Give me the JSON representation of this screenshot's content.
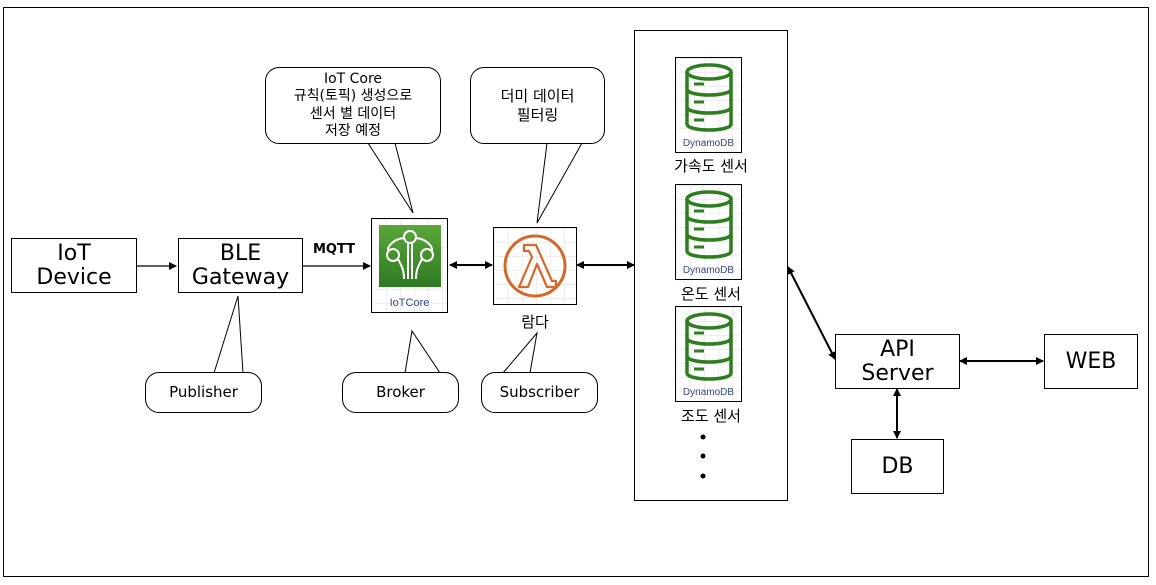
{
  "diagram": {
    "nodes": {
      "iot_device": "IoT\nDevice",
      "ble_gateway": "BLE\nGateway",
      "iot_core": {
        "caption": "IoTCore",
        "color": "#3b8a2a"
      },
      "lambda": {
        "caption": "람다",
        "color": "#d4682a"
      },
      "api_server": "API\nServer",
      "web": "WEB",
      "db": "DB"
    },
    "edges": {
      "mqtt_label": "MQTT"
    },
    "callouts": {
      "iot_core_note": "IoT Core\n규칙(토픽) 생성으로\n센서 별 데이터\n저장 예정",
      "lambda_note": "더미 데이터\n필터링",
      "publisher": "Publisher",
      "broker": "Broker",
      "subscriber": "Subscriber"
    },
    "dynamodb": {
      "icon_caption": "DynamoDB",
      "color": "#2e7d1e",
      "tables": [
        {
          "label": "가속도 센서"
        },
        {
          "label": "온도 센서"
        },
        {
          "label": "조도 센서"
        }
      ],
      "more": "⋮"
    }
  }
}
